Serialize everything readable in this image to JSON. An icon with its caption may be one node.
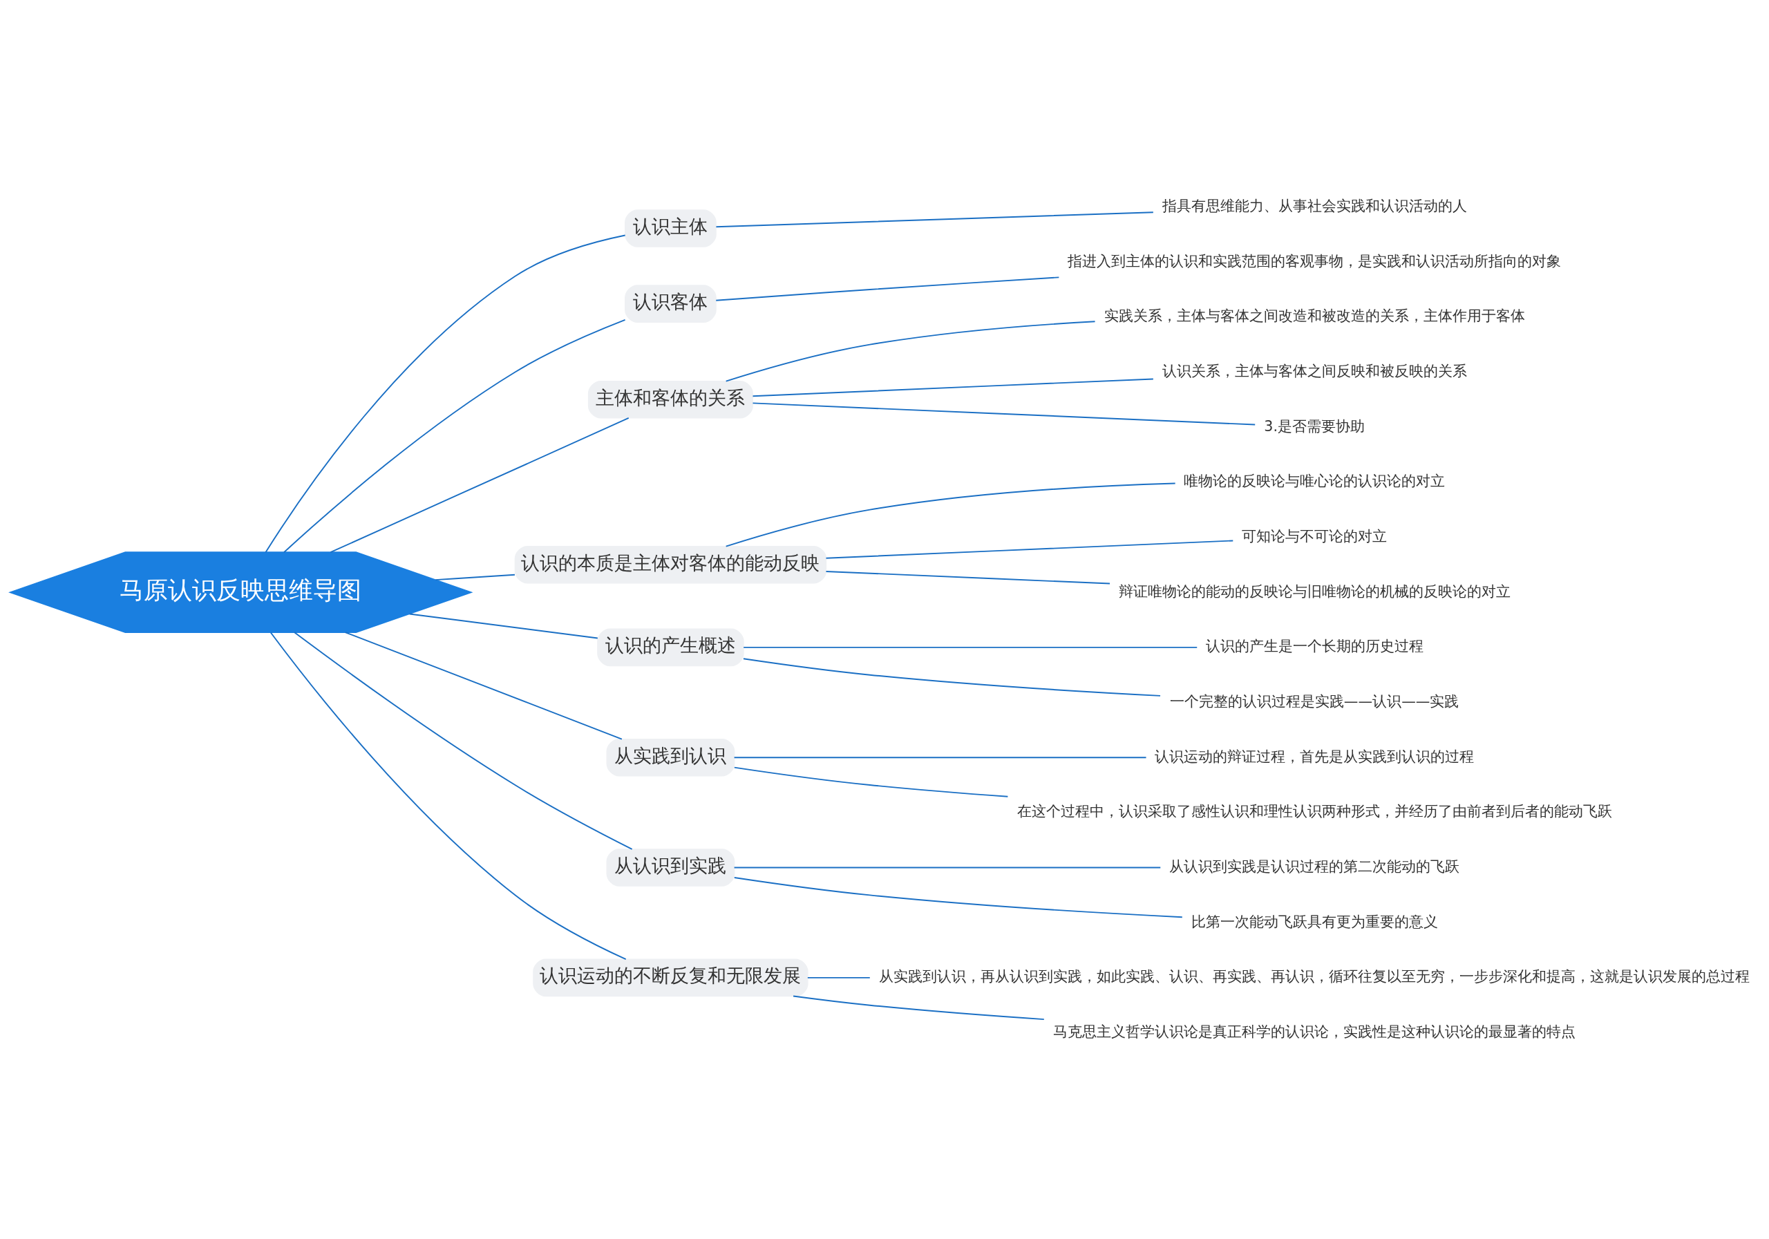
{
  "diagram": {
    "nodes": [
      {
        "text": [
          "马原认识反映思维导图"
        ]
      },
      {
        "text": [
          "认识主体"
        ]
      },
      {
        "text": [
          "指具有思维能力、从事社会实践和认识活动的人"
        ]
      },
      {
        "text": [
          "认识客体"
        ]
      },
      {
        "text": [
          "指进入到主体的认识和实践范围的客观事物，是实践和认识活动所指向的对象"
        ]
      },
      {
        "text": [
          "主体和客体的关系"
        ]
      },
      {
        "text": [
          "实践关系，主体与客体之间改造和被改造的关系，主体作用于客体"
        ]
      },
      {
        "text": [
          "认识关系，主体与客体之间反映和被反映的关系"
        ]
      },
      {
        "text": [
          "3.是否需要协助"
        ]
      },
      {
        "text": [
          "认识的本质是主体对客体的能动反映"
        ]
      },
      {
        "text": [
          "唯物论的反映论与唯心论的认识论的对立"
        ]
      },
      {
        "text": [
          "可知论与不可论的对立"
        ]
      },
      {
        "text": [
          "辩证唯物论的能动的反映论与旧唯物论的机械的反映论的对立"
        ]
      },
      {
        "text": [
          "认识的产生概述"
        ]
      },
      {
        "text": [
          "认识的产生是一个长期的历史过程"
        ]
      },
      {
        "text": [
          "一个完整的认识过程是实践——认识——实践"
        ]
      },
      {
        "text": [
          "从实践到认识"
        ]
      },
      {
        "text": [
          "认识运动的辩证过程，首先是从实践到认识的过程"
        ]
      },
      {
        "text": [
          "在这个过程中，认识采取了感性认识和理性认识两种形式，并经历了由前者到后者的能动飞跃"
        ]
      },
      {
        "text": [
          "从认识到实践"
        ]
      },
      {
        "text": [
          "从认识到实践是认识过程的第二次能动的飞跃"
        ]
      },
      {
        "text": [
          "比第一次能动飞跃具有更为重要的意义"
        ]
      },
      {
        "text": [
          "认识运动的不断反复和无限发展"
        ]
      },
      {
        "text": [
          "从实践到认识，再从认识到实践，如此实践、认识、再实践、再认识，循环往复以至无穷，一步步深化和提高，这就是认识发展的总过程"
        ]
      },
      {
        "text": [
          "马克思主义哲学认识论是真正科学的认识论，实践性是这种认识论的最显著的特点"
        ]
      }
    ],
    "edges": [
      {
        "from": 0,
        "to": 1,
        "arrow": "none"
      },
      {
        "from": 1,
        "to": 2,
        "arrow": "none"
      },
      {
        "from": 0,
        "to": 3,
        "arrow": "none"
      },
      {
        "from": 3,
        "to": 4,
        "arrow": "none"
      },
      {
        "from": 0,
        "to": 5,
        "arrow": "none"
      },
      {
        "from": 5,
        "to": 6,
        "arrow": "none"
      },
      {
        "from": 5,
        "to": 7,
        "arrow": "none"
      },
      {
        "from": 5,
        "to": 8,
        "arrow": "none"
      },
      {
        "from": 0,
        "to": 9,
        "arrow": "none"
      },
      {
        "from": 9,
        "to": 10,
        "arrow": "none"
      },
      {
        "from": 9,
        "to": 11,
        "arrow": "none"
      },
      {
        "from": 9,
        "to": 12,
        "arrow": "none"
      },
      {
        "from": 0,
        "to": 13,
        "arrow": "none"
      },
      {
        "from": 13,
        "to": 14,
        "arrow": "none"
      },
      {
        "from": 13,
        "to": 15,
        "arrow": "none"
      },
      {
        "from": 0,
        "to": 16,
        "arrow": "none"
      },
      {
        "from": 16,
        "to": 17,
        "arrow": "none"
      },
      {
        "from": 16,
        "to": 18,
        "arrow": "none"
      },
      {
        "from": 0,
        "to": 19,
        "arrow": "none"
      },
      {
        "from": 19,
        "to": 20,
        "arrow": "none"
      },
      {
        "from": 19,
        "to": 21,
        "arrow": "none"
      },
      {
        "from": 0,
        "to": 22,
        "arrow": "none"
      },
      {
        "from": 22,
        "to": 23,
        "arrow": "none"
      },
      {
        "from": 22,
        "to": 24,
        "arrow": "none"
      }
    ]
  }
}
